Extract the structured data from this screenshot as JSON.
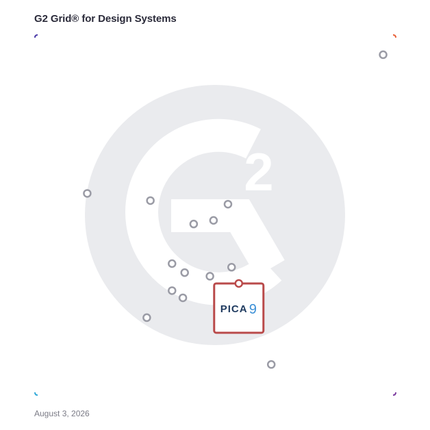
{
  "title": "G2 Grid® for Design Systems",
  "date": "August 3, 2026",
  "colors": {
    "frame_top_left": "#4b3aa8",
    "frame_top_right": "#e8623a",
    "frame_bottom_left": "#2fa8d8",
    "frame_bottom_right": "#7b3a9e",
    "divider": "#8a6fb8",
    "watermark": "#eaebee",
    "marker": "#9a9ba5",
    "highlight": "#b94a4a",
    "logo_text": "#1e3a5f",
    "logo_accent": "#3a8fd6"
  },
  "highlight_logo": {
    "text": "PICA",
    "accent": "9"
  },
  "chart_data": {
    "type": "scatter",
    "x_range": [
      -1,
      1
    ],
    "y_range": [
      -1,
      1
    ],
    "quadrant_divider": {
      "x": 0,
      "y": 0
    },
    "points": [
      {
        "x": 0.93,
        "y": 0.89
      },
      {
        "x": -0.71,
        "y": 0.12
      },
      {
        "x": -0.36,
        "y": 0.08
      },
      {
        "x": 0.07,
        "y": 0.06
      },
      {
        "x": -0.12,
        "y": -0.05
      },
      {
        "x": -0.01,
        "y": -0.03
      },
      {
        "x": -0.24,
        "y": -0.27
      },
      {
        "x": -0.17,
        "y": -0.32
      },
      {
        "x": -0.03,
        "y": -0.34
      },
      {
        "x": 0.09,
        "y": -0.29
      },
      {
        "x": -0.24,
        "y": -0.42
      },
      {
        "x": -0.18,
        "y": -0.46
      },
      {
        "x": -0.38,
        "y": -0.57
      },
      {
        "x": 0.31,
        "y": -0.83
      }
    ],
    "highlight": {
      "label": "PICA9",
      "x": 0.13,
      "y": -0.38
    }
  }
}
